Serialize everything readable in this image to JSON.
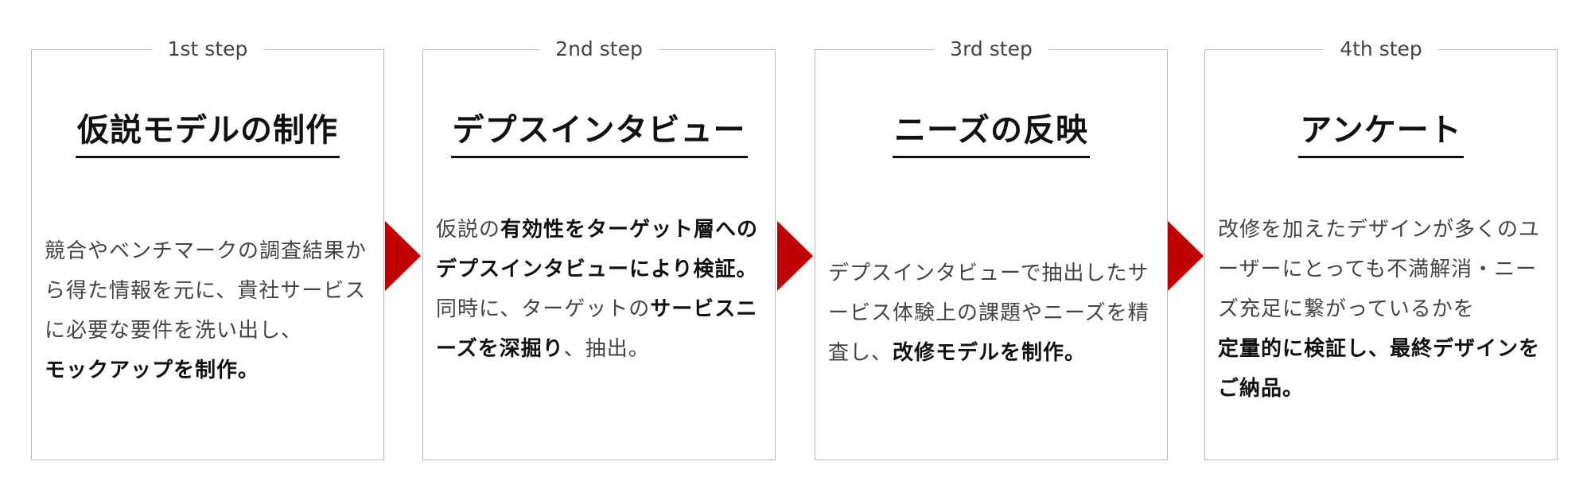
{
  "accent_color": "#c00000",
  "steps": [
    {
      "label": "1st step",
      "title": "仮説モデルの制作",
      "body": [
        {
          "text": "競合やベンチマークの調査結果から得た情報を元に、貴社サービスに必要な要件を洗い出し、",
          "bold": false
        },
        {
          "text": "モックアップを制作。",
          "bold": true
        }
      ]
    },
    {
      "label": "2nd step",
      "title": "デプスインタビュー",
      "body": [
        {
          "text": "仮説の",
          "bold": false
        },
        {
          "text": "有効性をターゲット層へのデプスインタビューにより検証。",
          "bold": true
        },
        {
          "text": "同時に、ターゲットの",
          "bold": false
        },
        {
          "text": "サービスニーズを深掘り",
          "bold": true
        },
        {
          "text": "、抽出。",
          "bold": false
        }
      ]
    },
    {
      "label": "3rd step",
      "title": "ニーズの反映",
      "body": [
        {
          "text": "デプスインタビューで抽出したサービス体験上の課題やニーズを精査し、",
          "bold": false
        },
        {
          "text": "改修モデルを制作。",
          "bold": true
        }
      ]
    },
    {
      "label": "4th step",
      "title": "アンケート",
      "body": [
        {
          "text": "改修を加えたデザインが多くのユーザーにとっても不満解消・ニーズ充足に繋がっているかを",
          "bold": false
        },
        {
          "text": "定量的に検証し、最終デザインをご納品。",
          "bold": true
        }
      ]
    }
  ]
}
